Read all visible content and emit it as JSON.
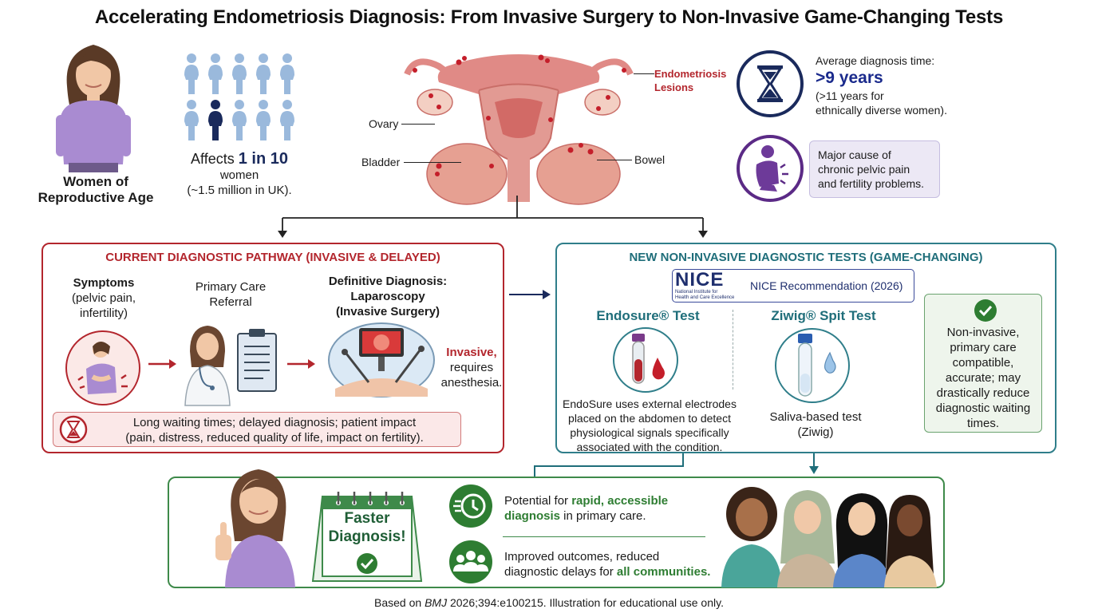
{
  "title": "Accelerating Endometriosis Diagnosis: From Invasive Surgery to Non-Invasive Game-Changing Tests",
  "top": {
    "women_label": "Women of Reproductive Age",
    "affects_prefix": "Affects ",
    "affects_highlight": "1 in 10",
    "affects_women": "women",
    "affects_uk": "(~1.5 million in UK).",
    "anatomy": {
      "endometriosis": "Endometriosis",
      "lesions": "Lesions",
      "ovary": "Ovary",
      "bladder": "Bladder",
      "bowel": "Bowel"
    },
    "diagnosis_time_label": "Average diagnosis time:",
    "diagnosis_time_value": ">9 years",
    "diagnosis_time_note_1": "(>11 years for",
    "diagnosis_time_note_2": "ethnically diverse women).",
    "cause_1": "Major cause of",
    "cause_2": "chronic pelvic pain",
    "cause_3": "and fertility problems."
  },
  "current": {
    "header": "CURRENT DIAGNOSTIC PATHWAY (INVASIVE & DELAYED)",
    "symptoms_title": "Symptoms",
    "symptoms_1": "(pelvic pain,",
    "symptoms_2": "infertility)",
    "referral_1": "Primary Care",
    "referral_2": "Referral",
    "definitive_1": "Definitive Diagnosis:",
    "definitive_2": "Laparoscopy",
    "definitive_3": "(Invasive Surgery)",
    "invasive_label": "Invasive,",
    "invasive_note_1": "requires",
    "invasive_note_2": "anesthesia.",
    "impact_1": "Long waiting times; delayed diagnosis; patient impact",
    "impact_2": "(pain, distress, reduced quality of life, impact on fertility)."
  },
  "new": {
    "header": "NEW NON-INVASIVE DIAGNOSTIC TESTS (GAME-CHANGING)",
    "nice_logo": "NICE",
    "nice_sub_1": "National Institute for",
    "nice_sub_2": "Health and Care Excellence",
    "nice_rec": "NICE Recommendation (2026)",
    "endosure_title": "Endosure® Test",
    "endosure_desc_1": "EndoSure uses external electrodes",
    "endosure_desc_2": "placed on the abdomen to detect",
    "endosure_desc_3": "physiological signals specifically",
    "endosure_desc_4": "associated with the condition.",
    "ziwig_title": "Ziwig® Spit Test",
    "ziwig_desc_1": "Saliva-based test",
    "ziwig_desc_2": "(Ziwig)",
    "benefit_1": "Non-invasive,",
    "benefit_2": "primary care",
    "benefit_3": "compatible,",
    "benefit_4": "accurate; may",
    "benefit_5": "drastically reduce",
    "benefit_6": "diagnostic waiting",
    "benefit_7": "times."
  },
  "outcome": {
    "calendar_1": "Faster",
    "calendar_2": "Diagnosis!",
    "rapid_a": "Potential for ",
    "rapid_b": "rapid, accessible",
    "rapid_c": "diagnosis",
    "rapid_d": " in primary care.",
    "improved_1": "Improved outcomes, reduced",
    "improved_2a": "diagnostic delays for ",
    "improved_2b": "all communities."
  },
  "footer": {
    "prefix": "Based on ",
    "journal": "BMJ",
    "suffix": " 2026;394:e100215. Illustration for educational use only."
  },
  "colors": {
    "red": "#b3262d",
    "teal": "#2f7e8a",
    "green": "#3e8a4a",
    "navy": "#1a2a5c",
    "purple": "#5b2a86",
    "person_blue": "#9ab9dc"
  }
}
